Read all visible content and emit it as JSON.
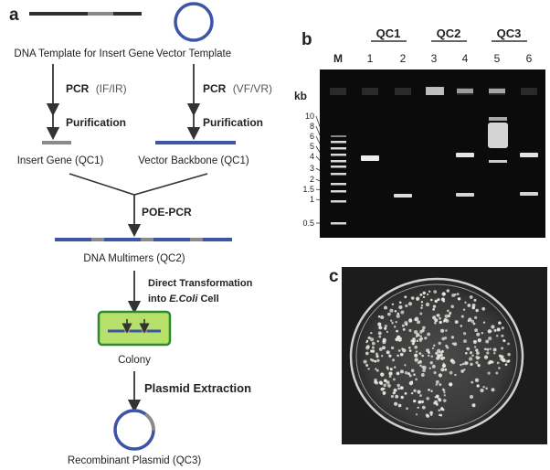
{
  "panel_a": {
    "label": "a",
    "dna_template": "DNA Template for Insert Gene",
    "vector_template": "Vector Template",
    "pcr_left_bold": "PCR",
    "pcr_left_primers": "(IF/IR)",
    "pcr_right_bold": "PCR",
    "pcr_right_primers": "(VF/VR)",
    "purification_left": "Purification",
    "purification_right": "Purification",
    "insert_gene": "Insert Gene (QC1)",
    "vector_backbone": "Vector Backbone (QC1)",
    "poe_pcr": "POE-PCR",
    "dna_multimers": "DNA Multimers (QC2)",
    "direct_transformation_line1": "Direct Transformation",
    "direct_transformation_line2_pre": "into ",
    "direct_transformation_line2_italic": "E.Coli",
    "direct_transformation_line2_post": " Cell",
    "colony": "Colony",
    "plasmid_extraction": "Plasmid Extraction",
    "recombinant_plasmid": "Recombinant Plasmid (QC3)"
  },
  "panel_b": {
    "label": "b",
    "groups": [
      "QC1",
      "QC2",
      "QC3"
    ],
    "marker_label": "M",
    "lanes": [
      "1",
      "2",
      "3",
      "4",
      "5",
      "6"
    ],
    "unit": "kb",
    "ladder_ticks": [
      "10",
      "8",
      "6",
      "5",
      "4",
      "3",
      "2",
      "1.5",
      "1",
      "0.5"
    ]
  },
  "panel_c": {
    "label": "c"
  },
  "colors": {
    "blue": "#3d55a8",
    "gray": "#8a8a8a",
    "dark": "#2f2f2f",
    "colony_fill": "#b6e06a",
    "colony_border": "#2f8a2f"
  }
}
